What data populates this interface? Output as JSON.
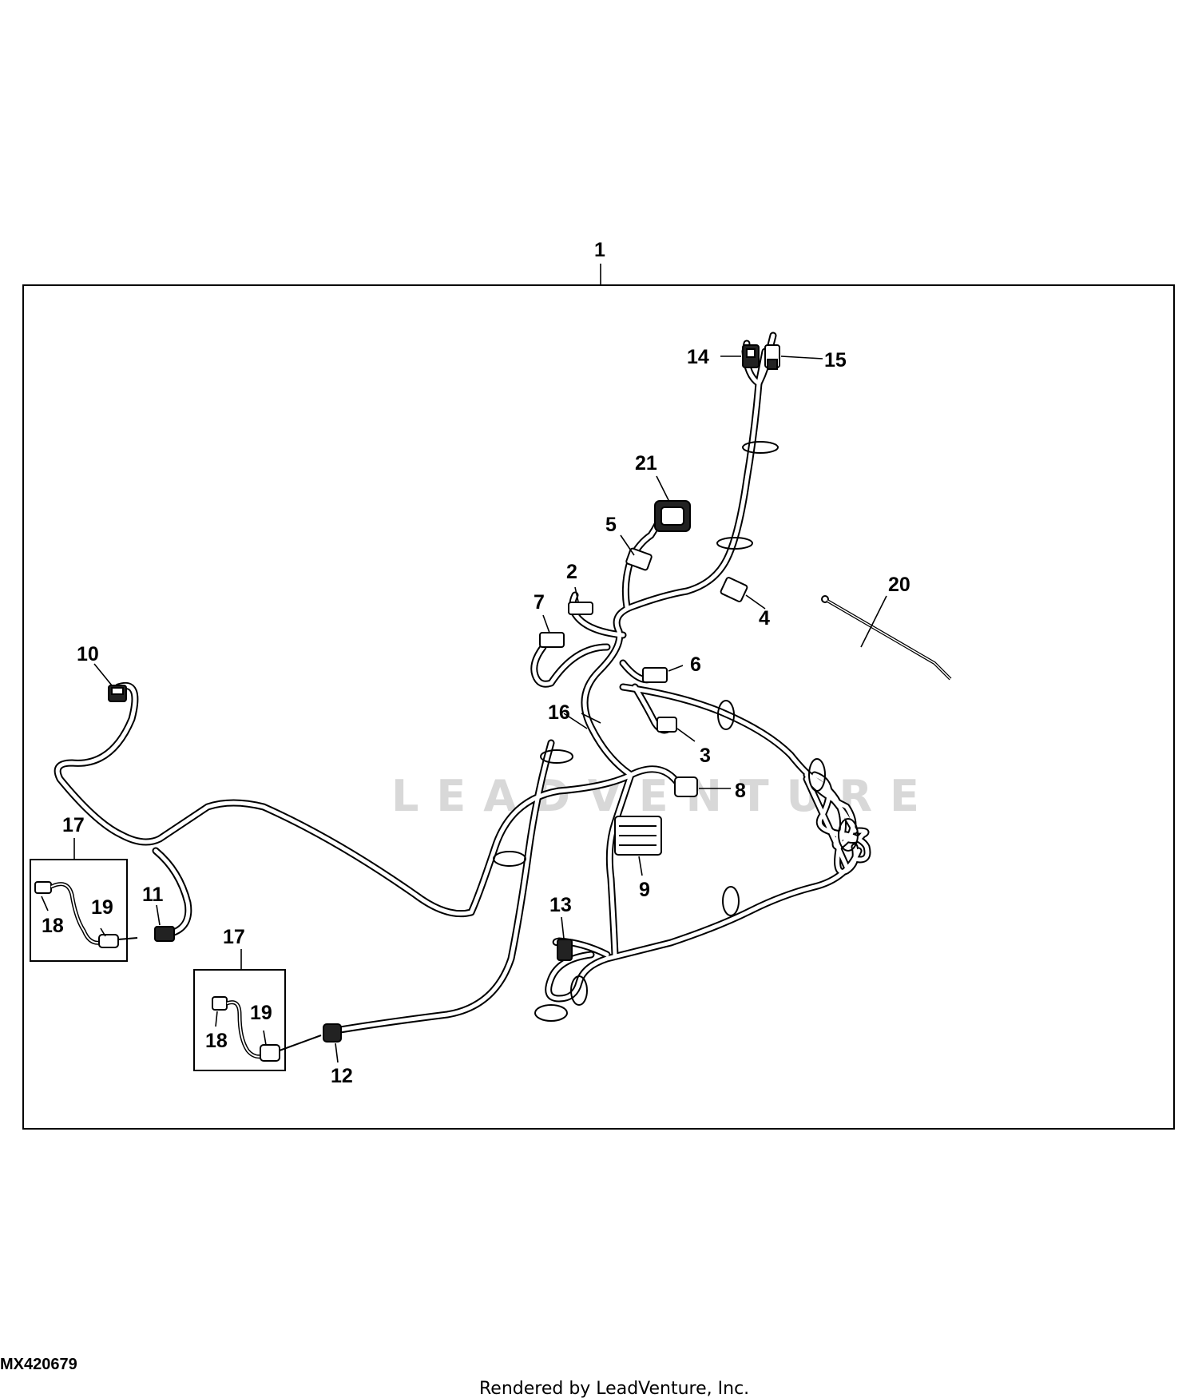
{
  "callouts": {
    "c1": "1",
    "c2": "2",
    "c3": "3",
    "c4": "4",
    "c5": "5",
    "c6": "6",
    "c7": "7",
    "c8": "8",
    "c9": "9",
    "c10": "10",
    "c11": "11",
    "c12": "12",
    "c13": "13",
    "c14": "14",
    "c15": "15",
    "c16": "16",
    "c17": "17",
    "c17b": "17",
    "c18": "18",
    "c18b": "18",
    "c19": "19",
    "c19b": "19",
    "c20": "20",
    "c21": "21"
  },
  "watermark": "LEADVENTURE",
  "figure_id": "MX420679",
  "credit": "Rendered by LeadVenture, Inc."
}
